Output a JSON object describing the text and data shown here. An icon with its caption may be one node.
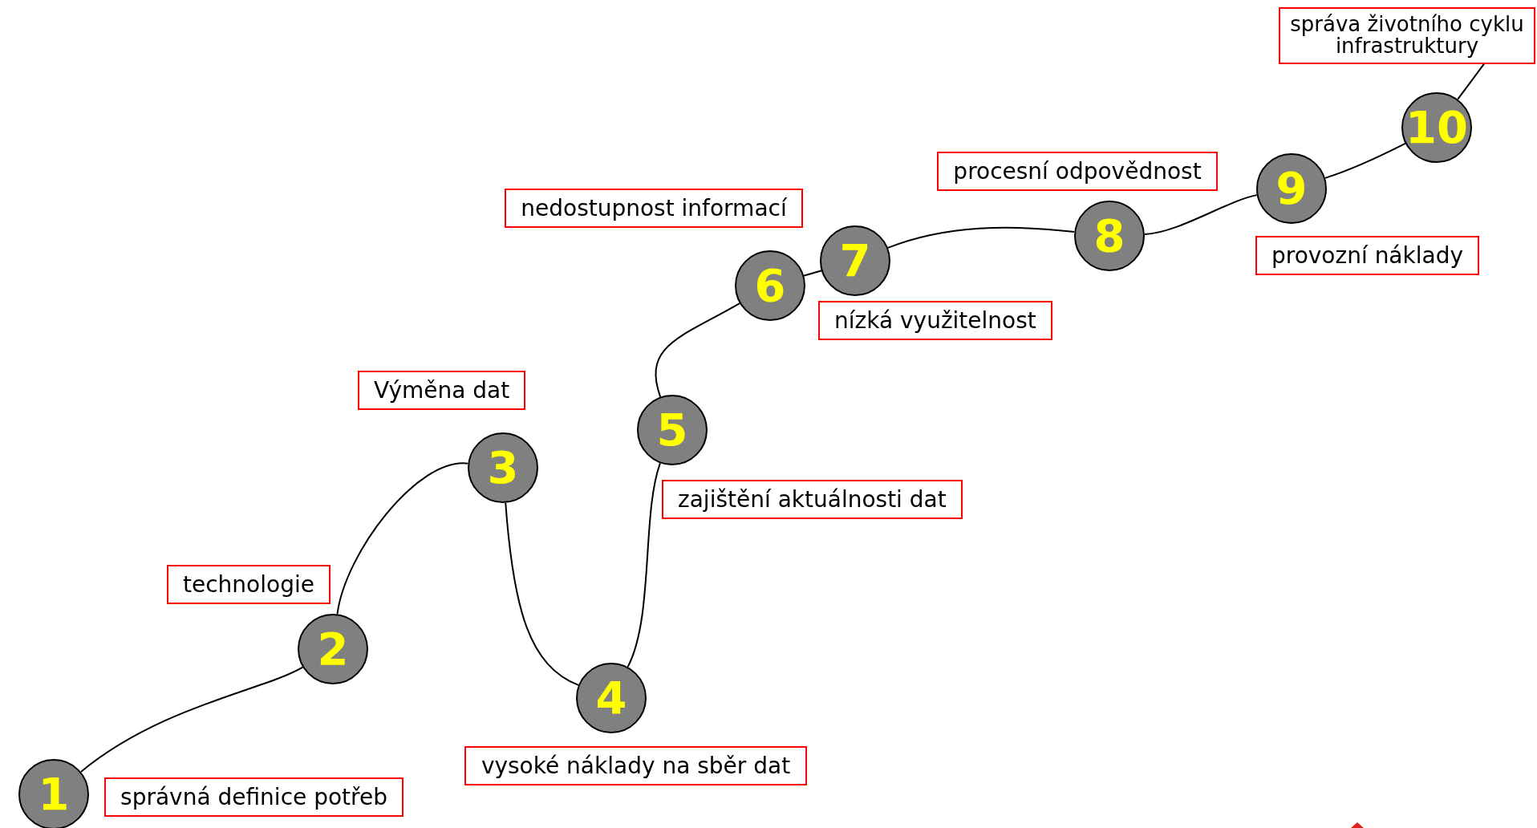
{
  "diagram": {
    "nodes": [
      {
        "text": [
          "1"
        ]
      },
      {
        "text": [
          "2"
        ]
      },
      {
        "text": [
          "3"
        ]
      },
      {
        "text": [
          "4"
        ]
      },
      {
        "text": [
          "5"
        ]
      },
      {
        "text": [
          "6"
        ]
      },
      {
        "text": [
          "7"
        ]
      },
      {
        "text": [
          "8"
        ]
      },
      {
        "text": [
          "9"
        ]
      },
      {
        "text": [
          "10"
        ]
      },
      {
        "text": [
          "správná definice potřeb"
        ]
      },
      {
        "text": [
          "technologie"
        ]
      },
      {
        "text": [
          "Výměna dat"
        ]
      },
      {
        "text": [
          "vysoké náklady na sběr dat"
        ]
      },
      {
        "text": [
          "zajištění aktuálnosti dat"
        ]
      },
      {
        "text": [
          "nedostupnost informací"
        ]
      },
      {
        "text": [
          "nízká využitelnost"
        ]
      },
      {
        "text": [
          "procesní odpovědnost"
        ]
      },
      {
        "text": [
          "provozní náklady"
        ]
      },
      {
        "text": [
          "správa životního cyklu infrastruktury"
        ]
      }
    ],
    "edges": [
      {
        "from": 0,
        "to": 1,
        "arrow": "none"
      },
      {
        "from": 1,
        "to": 2,
        "arrow": "none"
      },
      {
        "from": 2,
        "to": 3,
        "arrow": "none"
      },
      {
        "from": 3,
        "to": 4,
        "arrow": "none"
      },
      {
        "from": 4,
        "to": 5,
        "arrow": "none"
      },
      {
        "from": 5,
        "to": 6,
        "arrow": "none"
      },
      {
        "from": 6,
        "to": 7,
        "arrow": "none"
      },
      {
        "from": 7,
        "to": 8,
        "arrow": "none"
      },
      {
        "from": 8,
        "to": 9,
        "arrow": "none"
      },
      {
        "from": 9,
        "to": 19,
        "arrow": "none"
      }
    ]
  }
}
